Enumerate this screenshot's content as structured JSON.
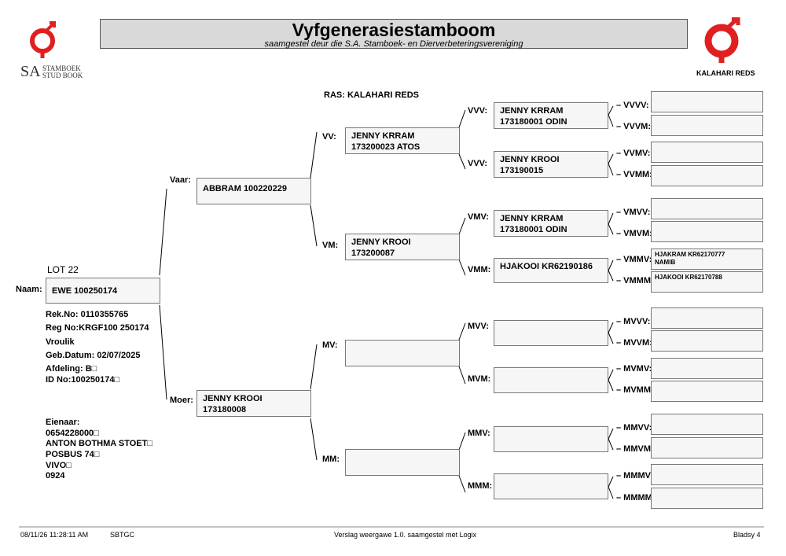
{
  "header": {
    "title": "Vyfgenerasiestamboom",
    "subtitle": "saamgestel deur die S.A. Stamboek- en Dierverbeteringsvereniging"
  },
  "logos": {
    "left_letters": "SA",
    "left_line1": "STAMBOEK",
    "left_line2": "STUD BOOK",
    "right_text": "KALAHARI REDS",
    "brand_red": "#e02020"
  },
  "breed": "RAS: KALAHARI REDS",
  "lot": "LOT 22",
  "animal": {
    "label": "Naam:",
    "name": "EWE 100250174",
    "rek_no": "Rek.No: 0110355765",
    "reg_no": "Reg No:KRGF100 250174",
    "sex": "Vroulik",
    "birth": "Geb.Datum: 02/07/2025",
    "afdeling": "Afdeling: B□",
    "id_no": "ID No:100250174□"
  },
  "owner": {
    "label": "Eienaar:",
    "lines": [
      "0654228000□",
      "ANTON BOTHMA STOET□",
      "POSBUS 74□",
      "VIVO□",
      "0924"
    ]
  },
  "gen1": {
    "sire": {
      "label": "Vaar:",
      "line1": "ABBRAM 100220229",
      "line2": ""
    },
    "dam": {
      "label": "Moer:",
      "line1": "JENNY KROOI",
      "line2": "173180008"
    }
  },
  "gen2": {
    "vv": {
      "label": "VV:",
      "line1": "JENNY KRRAM",
      "line2": "173200023 ATOS"
    },
    "vm": {
      "label": "VM:",
      "line1": "JENNY KROOI",
      "line2": "173200087"
    },
    "mv": {
      "label": "MV:",
      "line1": "",
      "line2": ""
    },
    "mm": {
      "label": "MM:",
      "line1": "",
      "line2": ""
    }
  },
  "gen3": {
    "vvv": {
      "label": "VVV:",
      "line1": "JENNY KRRAM",
      "line2": "173180001 ODIN"
    },
    "vvm": {
      "label": "VVV:",
      "line1": "JENNY KROOI",
      "line2": "173190015"
    },
    "vmv": {
      "label": "VMV:",
      "line1": "JENNY KRRAM",
      "line2": "173180001 ODIN"
    },
    "vmm": {
      "label": "VMM:",
      "line1": "HJAKOOI KR62190186",
      "line2": ""
    },
    "mvv": {
      "label": "MVV:",
      "line1": "",
      "line2": ""
    },
    "mvm": {
      "label": "MVM:",
      "line1": "",
      "line2": ""
    },
    "mmv": {
      "label": "MMV:",
      "line1": "",
      "line2": ""
    },
    "mmm": {
      "label": "MMM:",
      "line1": "",
      "line2": ""
    }
  },
  "gen4": {
    "vvvv": {
      "label": "VVVV:",
      "line1": "",
      "line2": ""
    },
    "vvvm": {
      "label": "VVVM:",
      "line1": "",
      "line2": ""
    },
    "vvmv": {
      "label": "VVMV:",
      "line1": "",
      "line2": ""
    },
    "vvmm": {
      "label": "VVMM:",
      "line1": "",
      "line2": ""
    },
    "vmvv": {
      "label": "VMVV:",
      "line1": "",
      "line2": ""
    },
    "vmvm": {
      "label": "VMVM:",
      "line1": "",
      "line2": ""
    },
    "vmmv": {
      "label": "VMMV:",
      "line1": "HJAKRAM KR62170777",
      "line2": "NAMIB"
    },
    "vmmm": {
      "label": "VMMM:",
      "line1": "HJAKOOI KR62170788",
      "line2": ""
    },
    "mvvv": {
      "label": "MVVV:",
      "line1": "",
      "line2": ""
    },
    "mvvm": {
      "label": "MVVM:",
      "line1": "",
      "line2": ""
    },
    "mvmv": {
      "label": "MVMV:",
      "line1": "",
      "line2": ""
    },
    "mvmm": {
      "label": "MVMM:",
      "line1": "",
      "line2": ""
    },
    "mmvv": {
      "label": "MMVV:",
      "line1": "",
      "line2": ""
    },
    "mmvm": {
      "label": "MMVM:",
      "line1": "",
      "line2": ""
    },
    "mmmv": {
      "label": "MMMV:",
      "line1": "",
      "line2": ""
    },
    "mmmm": {
      "label": "MMMM:",
      "line1": "",
      "line2": ""
    }
  },
  "footer": {
    "datetime": "08/11/26 11:28:11 AM",
    "code": "SBTGC",
    "report": "Verslag weergawe 1.0. saamgestel met Logix",
    "page": "Bladsy 4"
  }
}
